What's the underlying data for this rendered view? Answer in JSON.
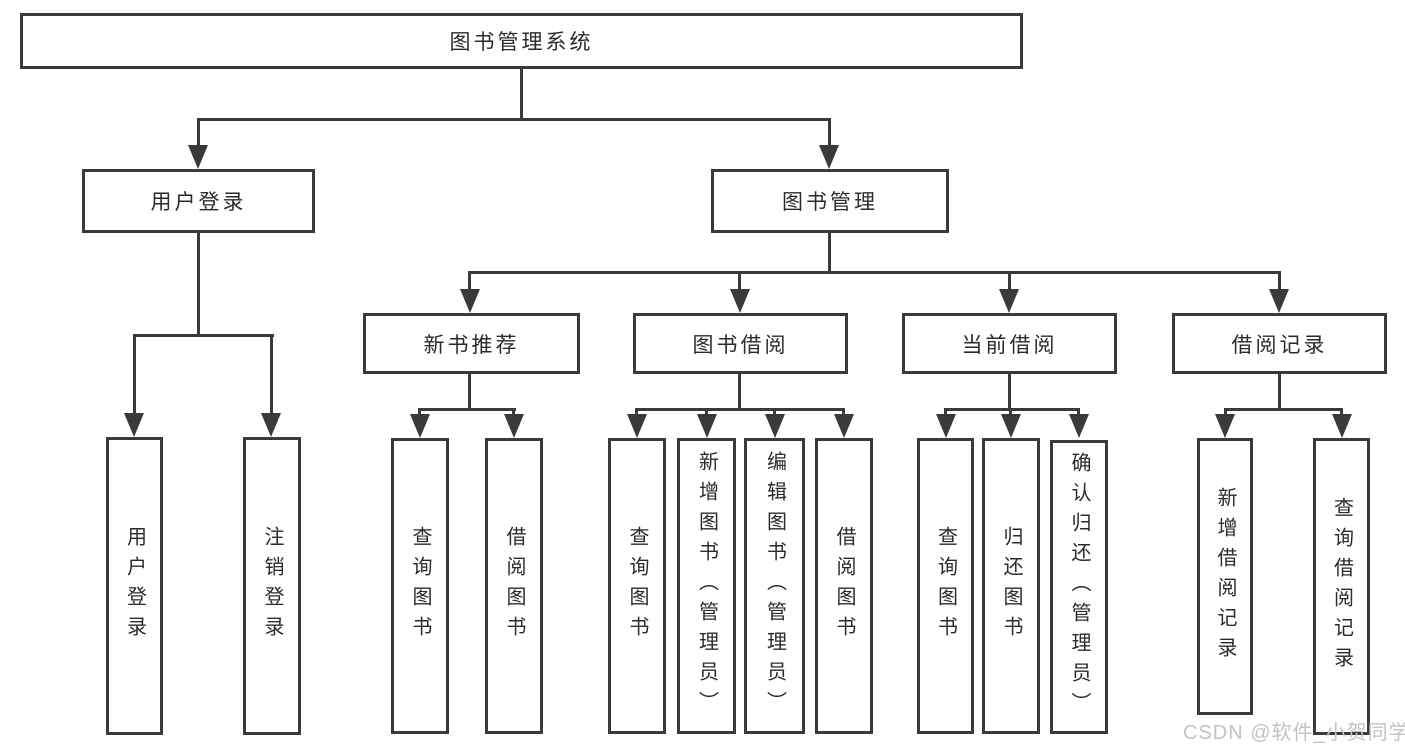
{
  "diagram": {
    "watermark": "CSDN @软件_小贺同学",
    "colors": {
      "line": "#3a3a3a",
      "box_border": "#3a3a3a",
      "text": "#2b2b2b",
      "background": "#ffffff",
      "watermark": "#c3c3c3"
    },
    "tree": {
      "label": "图书管理系统",
      "children": [
        {
          "label": "用户登录",
          "children": [
            {
              "label": "用户登录"
            },
            {
              "label": "注销登录"
            }
          ]
        },
        {
          "label": "图书管理",
          "children": [
            {
              "label": "新书推荐",
              "children": [
                {
                  "label": "查询图书"
                },
                {
                  "label": "借阅图书"
                }
              ]
            },
            {
              "label": "图书借阅",
              "children": [
                {
                  "label": "查询图书"
                },
                {
                  "label": "新增图书（管理员）"
                },
                {
                  "label": "编辑图书（管理员）"
                },
                {
                  "label": "借阅图书"
                }
              ]
            },
            {
              "label": "当前借阅",
              "children": [
                {
                  "label": "查询图书"
                },
                {
                  "label": "归还图书"
                },
                {
                  "label": "确认归还（管理员）"
                }
              ]
            },
            {
              "label": "借阅记录",
              "children": [
                {
                  "label": "新增借阅记录"
                },
                {
                  "label": "查询借阅记录"
                }
              ]
            }
          ]
        }
      ]
    }
  }
}
